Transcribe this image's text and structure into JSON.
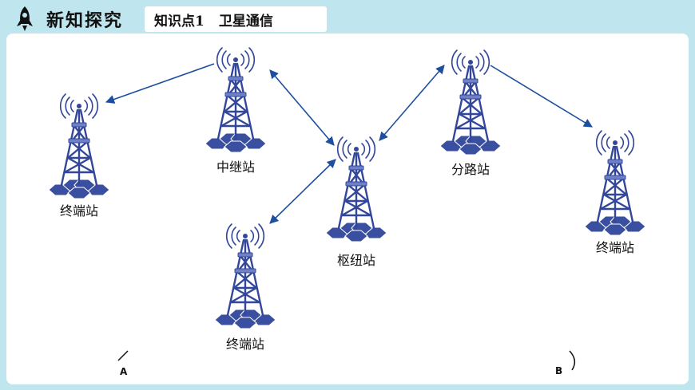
{
  "header": {
    "section_title": "新知探究",
    "topic_number": "知识点1",
    "topic_title": "卫星通信",
    "icon": "rocket-icon"
  },
  "diagram": {
    "stations": [
      {
        "id": "relay",
        "label": "中继站"
      },
      {
        "id": "terminal-left",
        "label": "终端站"
      },
      {
        "id": "hub",
        "label": "枢纽站"
      },
      {
        "id": "terminal-bottom",
        "label": "终端站"
      },
      {
        "id": "branch",
        "label": "分路站"
      },
      {
        "id": "terminal-right",
        "label": "终端站"
      }
    ],
    "links": [
      {
        "from": "relay",
        "to": "terminal-left",
        "direction": "one-way"
      },
      {
        "from": "relay",
        "to": "hub",
        "direction": "two-way"
      },
      {
        "from": "hub",
        "to": "terminal-bottom",
        "direction": "two-way"
      },
      {
        "from": "hub",
        "to": "branch",
        "direction": "two-way"
      },
      {
        "from": "branch",
        "to": "terminal-right",
        "direction": "one-way"
      }
    ],
    "corner_labels": {
      "left": "A",
      "right": "B"
    },
    "colors": {
      "tower": "#33479a",
      "tower_light": "#6f80c4",
      "arrow": "#1d4f9e"
    }
  }
}
